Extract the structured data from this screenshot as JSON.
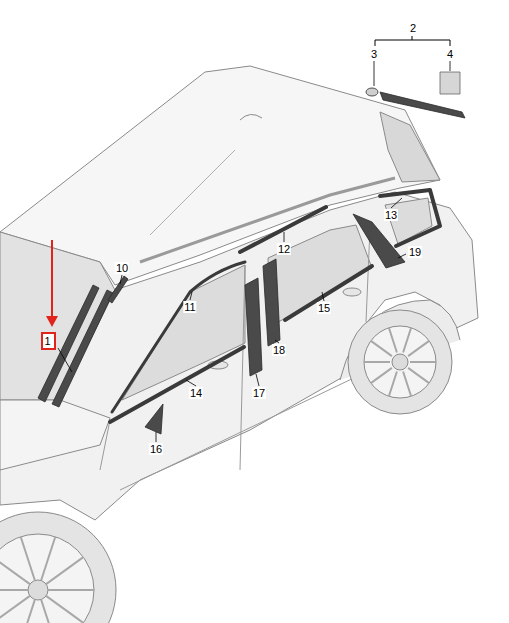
{
  "diagram": {
    "nodes": [
      {
        "text": [
          "1"
        ]
      }
    ],
    "labels": [
      "2",
      "3",
      "4",
      "10",
      "11",
      "12",
      "13",
      "14",
      "15",
      "16",
      "17",
      "18",
      "19"
    ]
  }
}
